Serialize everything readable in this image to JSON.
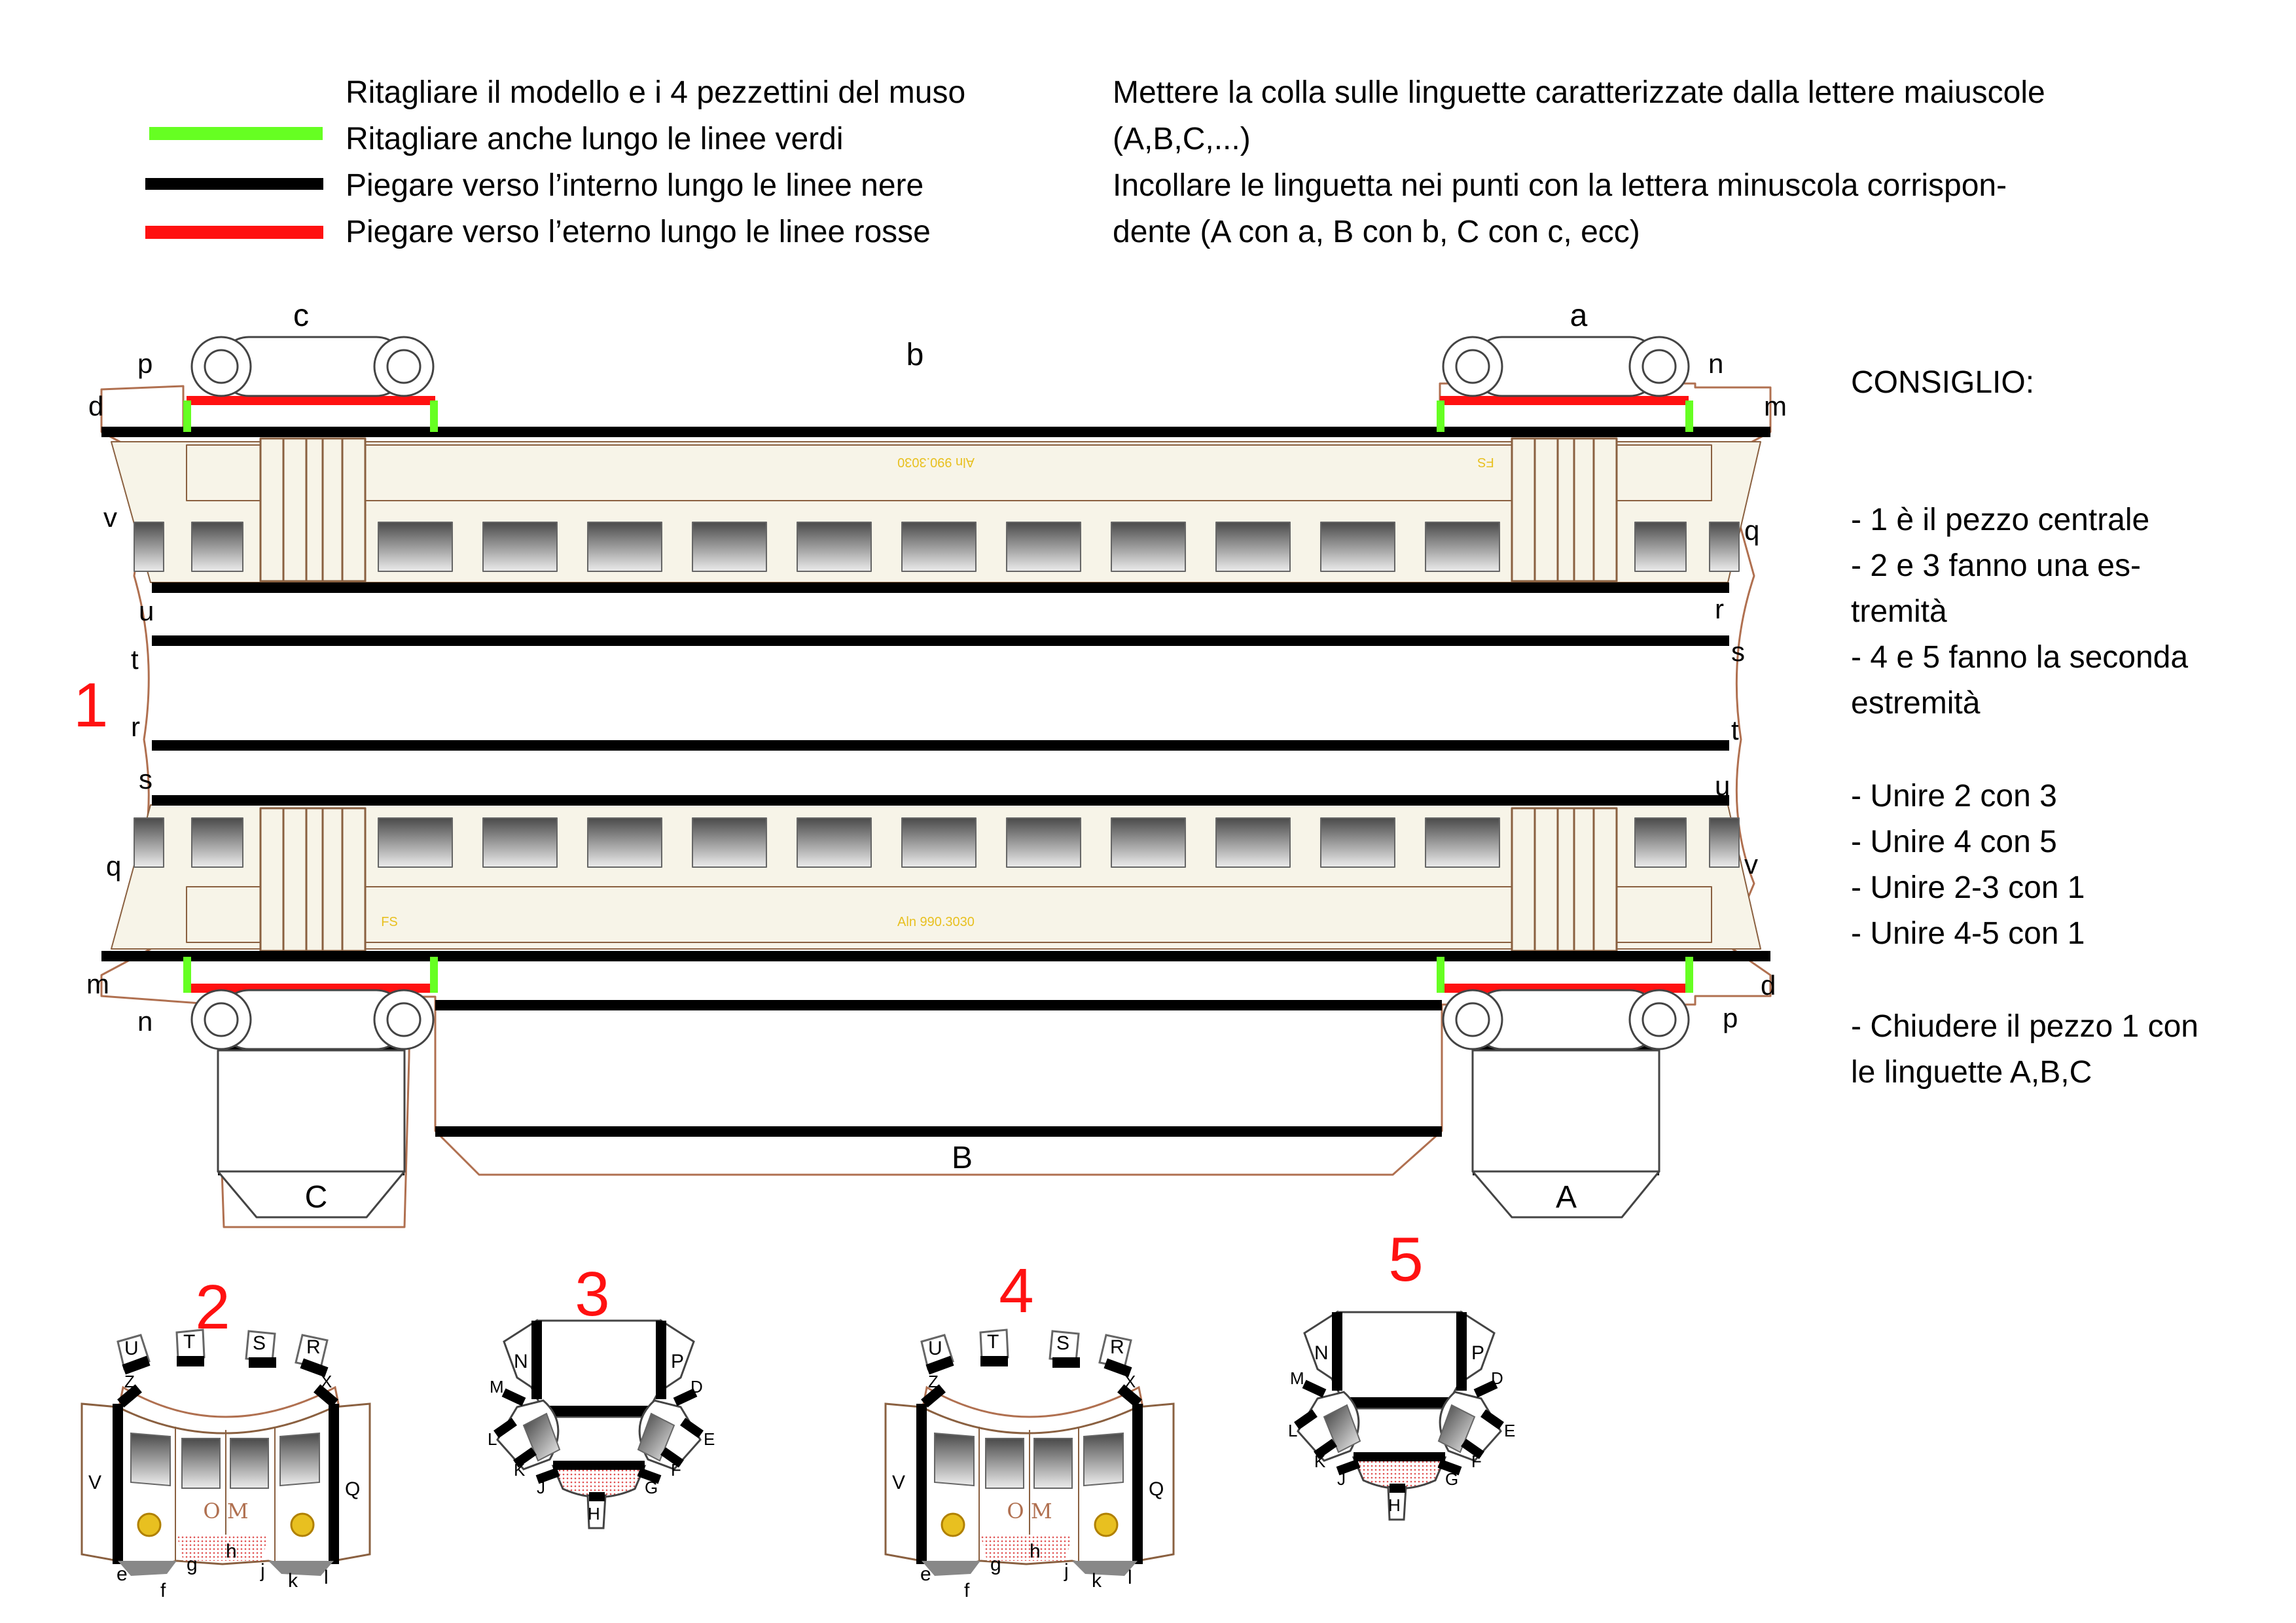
{
  "legend": {
    "cut_model": "Ritagliare il modello e i 4 pezzettini del muso",
    "cut_green": "Ritagliare anche lungo le linee verdi",
    "fold_black": "Piegare verso l’interno lungo le linee nere",
    "fold_red": "Piegare verso l’eterno lungo le linee rosse",
    "glue_1": "Mettere la colla sulle linguette caratterizzate dalla lettere maiuscole",
    "glue_2": "(A,B,C,...)",
    "join_1": "Incollare le linguetta nei punti con la lettera minuscola corrispon-",
    "join_2": "dente (A con a, B con b, C con c, ecc)"
  },
  "advice": {
    "title": "CONSIGLIO:",
    "lines": [
      "- 1 è il pezzo centrale",
      "- 2 e 3 fanno una es-",
      "tremità",
      "- 4 e 5 fanno la seconda",
      "estremità",
      "- Unire 2 con 3",
      "- Unire 4 con 5",
      "- Unire 2-3 con 1",
      "- Unire 4-5 con 1",
      "- Chiudere il pezzo 1 con",
      "le linguette A,B,C"
    ]
  },
  "pieces": {
    "p1": "1",
    "p2": "2",
    "p3": "3",
    "p4": "4",
    "p5": "5"
  },
  "body_text": {
    "fs": "FS",
    "number": "Aln 990.3030"
  },
  "front_logo": "O M",
  "labels": {
    "top": {
      "c": "c",
      "b": "b",
      "a": "a",
      "p_l": "p",
      "n_r": "n",
      "d_l": "d",
      "m_r": "m",
      "v_l": "v",
      "q_r": "q",
      "u_l": "u",
      "r_r": "r",
      "t_l": "t",
      "s_r": "s",
      "r_l": "r",
      "t_r": "t",
      "s_l": "s",
      "u_r": "u",
      "q_l": "q",
      "v_r": "v",
      "m_l": "m",
      "d_r": "d",
      "n_l": "n",
      "p_r": "p"
    },
    "tabs": {
      "C": "C",
      "B": "B",
      "A": "A"
    }
  },
  "front_tabs": {
    "u": "U",
    "t": "T",
    "s": "S",
    "r": "R",
    "z": "Z",
    "x": "X",
    "v": "V",
    "q": "Q",
    "e": "e",
    "f": "f",
    "g": "g",
    "h": "h",
    "j": "j",
    "k": "k",
    "l": "l",
    "n": "N",
    "p": "P",
    "m": "M",
    "d": "D",
    "l2": "L",
    "e2": "E",
    "k2": "K",
    "f2": "F",
    "j2": "J",
    "g2": "G",
    "h2": "H"
  },
  "colors": {
    "green": "#66ff22",
    "black": "#000000",
    "red": "#ff1111",
    "yellow": "#e8c020",
    "outline": "#b07050"
  }
}
